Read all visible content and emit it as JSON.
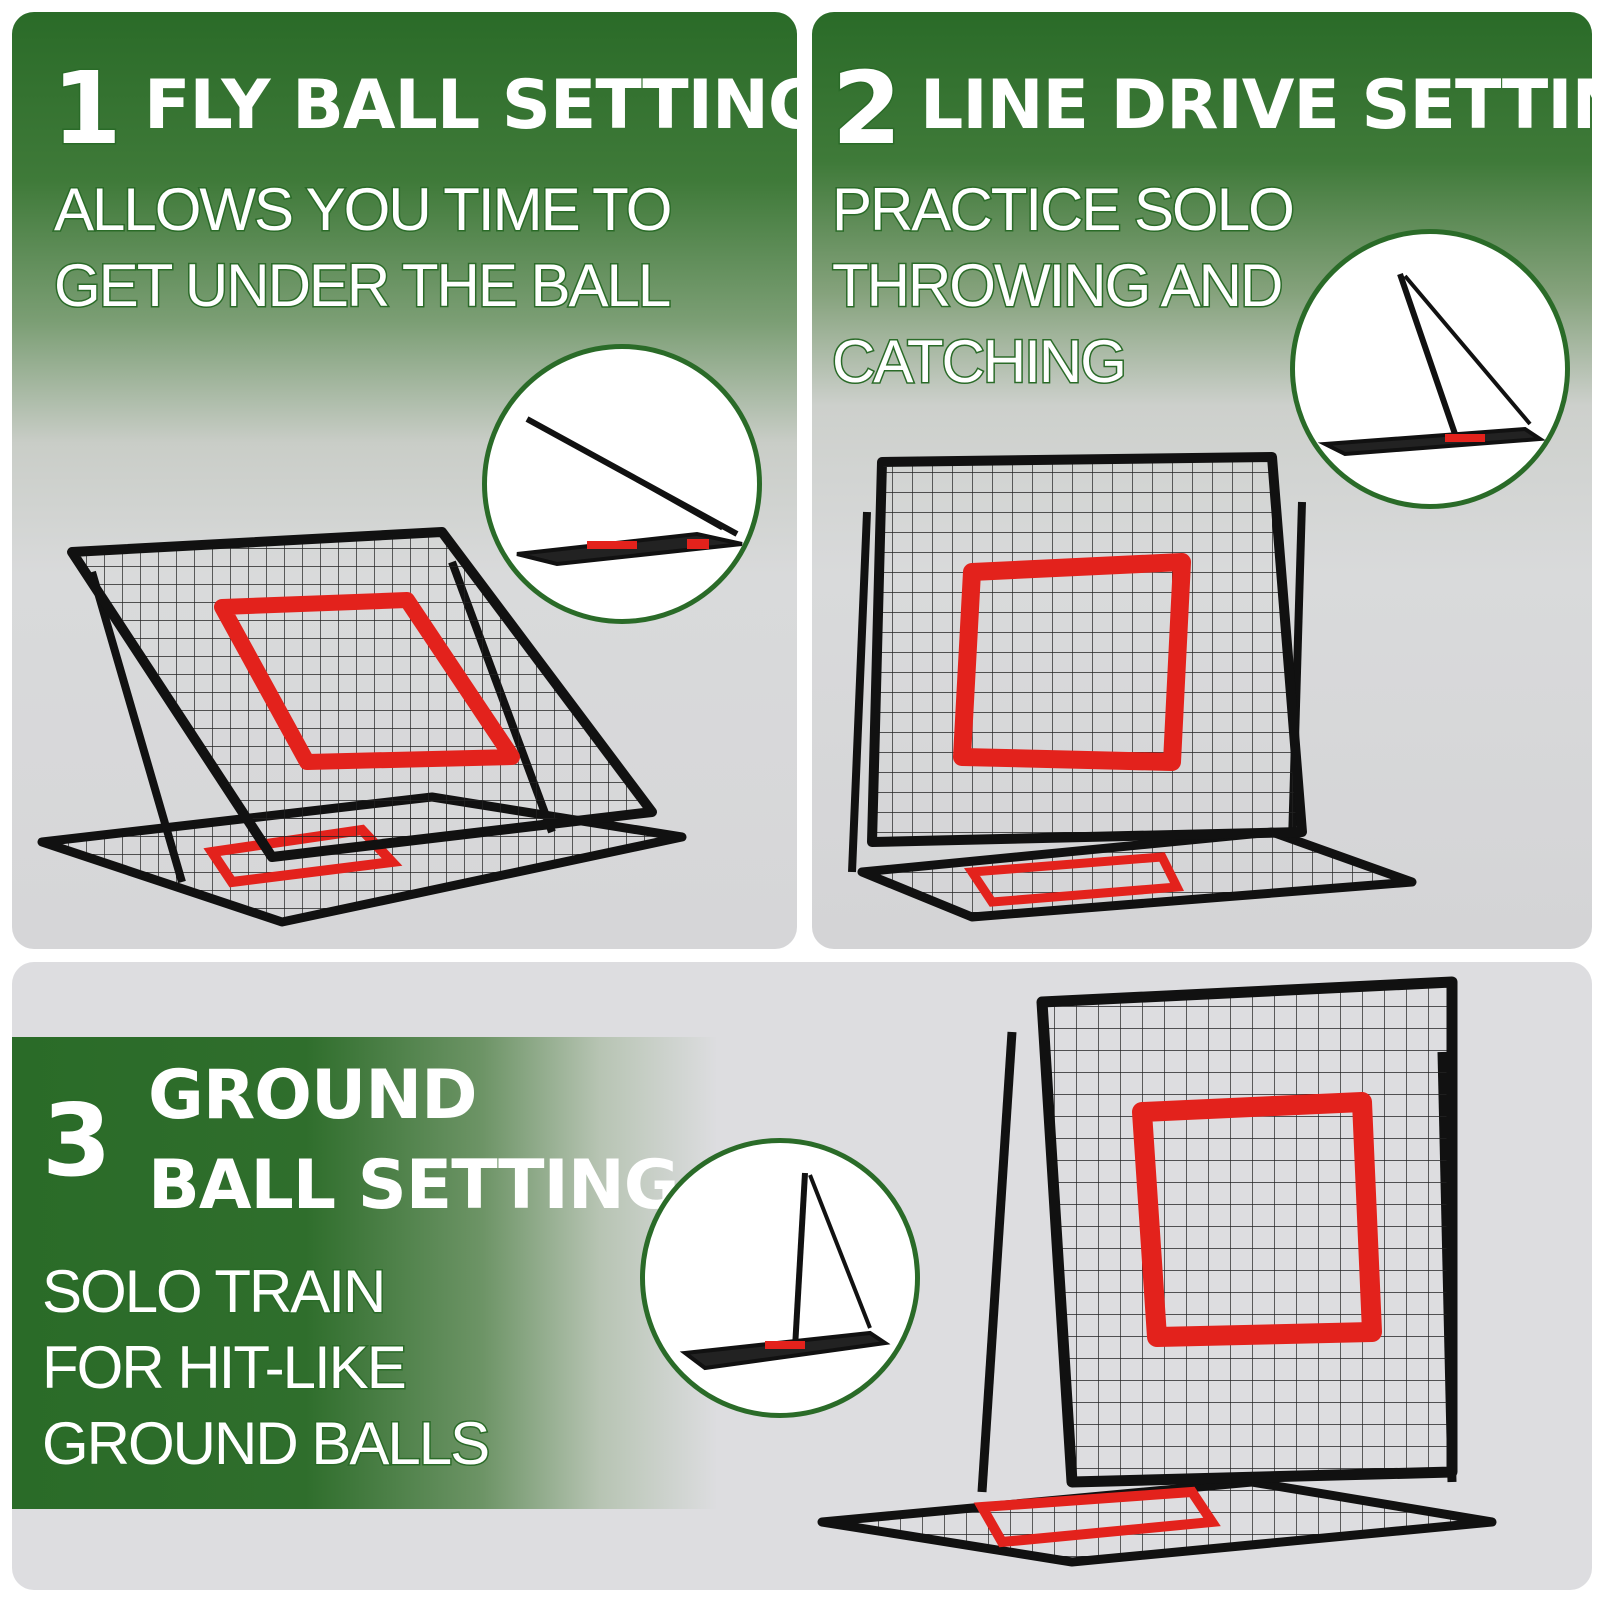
{
  "panels": [
    {
      "number": "1",
      "title": "FLY BALL SETTING",
      "lines": [
        "ALLOWS YOU TIME TO",
        "GET UNDER THE BALL"
      ]
    },
    {
      "number": "2",
      "title": "LINE DRIVE SETTING",
      "lines": [
        "PRACTICE SOLO",
        "THROWING AND",
        "CATCHING"
      ]
    },
    {
      "number": "3",
      "title_lines": [
        "GROUND",
        "BALL SETTING"
      ],
      "lines": [
        "SOLO TRAIN",
        "FOR HIT-LIKE",
        "GROUND BALLS"
      ]
    }
  ],
  "colors": {
    "brand_green": "#2a6b28",
    "frame": "#111111",
    "target": "#e3221c",
    "background_gray": "#dcdcde"
  }
}
